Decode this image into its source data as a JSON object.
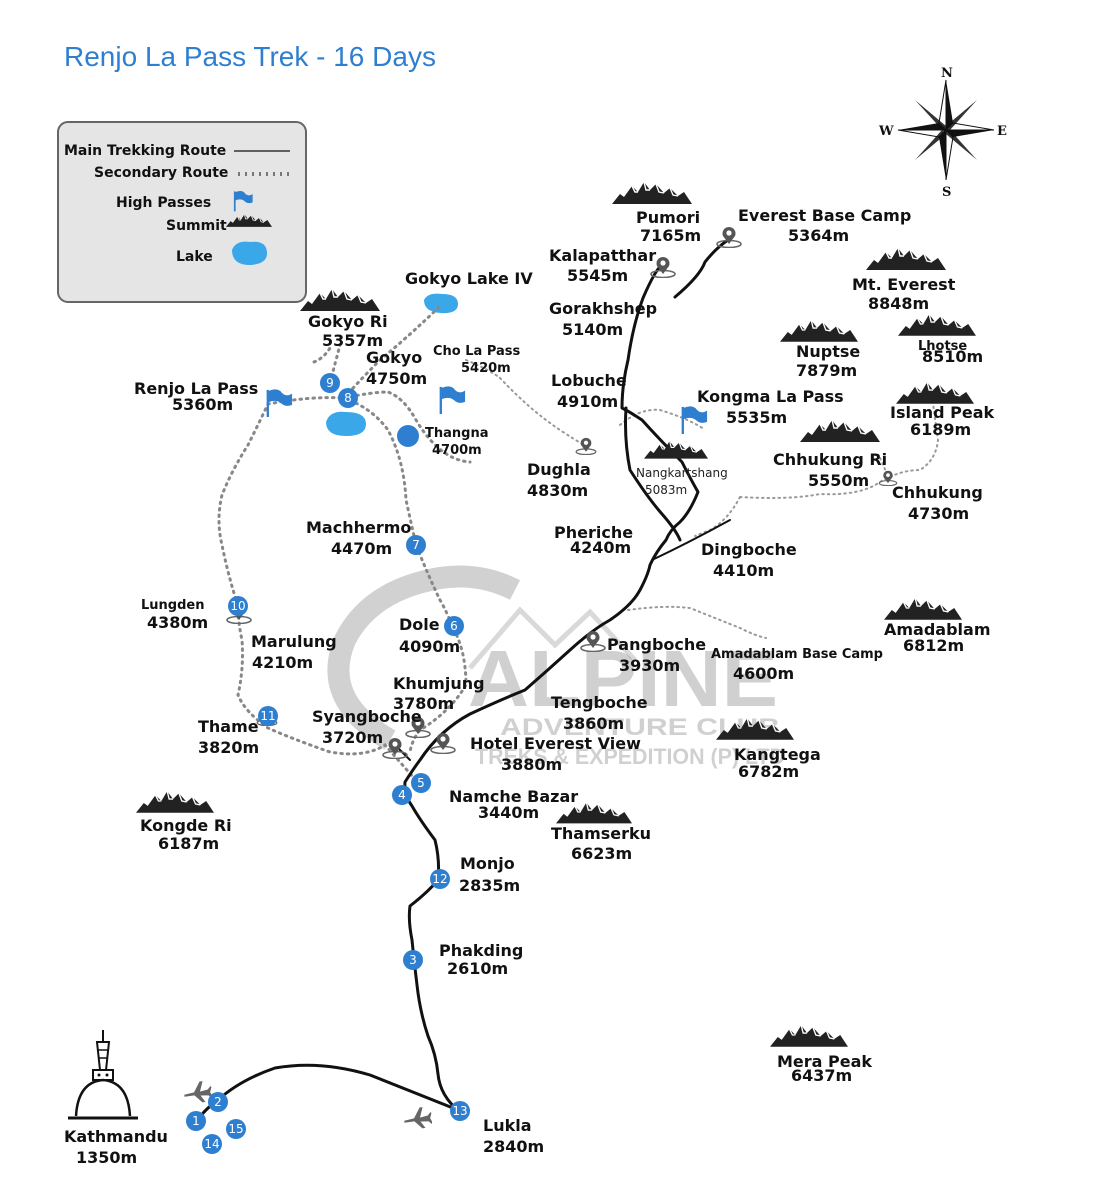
{
  "title": "Renjo La Pass Trek - 16 Days",
  "legend": {
    "main_route": "Main Trekking Route",
    "secondary_route": "Secondary Route",
    "high_passes": "High Passes",
    "summit": "Summit",
    "lake": "Lake"
  },
  "compass": {
    "n": "N",
    "s": "S",
    "e": "E",
    "w": "W"
  },
  "watermark": {
    "line1": "ALPINE",
    "line2": "ADVENTURE CLUB",
    "line3": "TREKS & EXPEDITION (P) LTD"
  },
  "colors": {
    "title": "#2f7fd0",
    "marker": "#2f7fd0",
    "lake": "#3aa8e8",
    "flag": "#2f7fd0"
  },
  "stops": [
    {
      "num": "1"
    },
    {
      "num": "2"
    },
    {
      "num": "3"
    },
    {
      "num": "4"
    },
    {
      "num": "5"
    },
    {
      "num": "6"
    },
    {
      "num": "7"
    },
    {
      "num": "8"
    },
    {
      "num": "9"
    },
    {
      "num": "10"
    },
    {
      "num": "11"
    },
    {
      "num": "12"
    },
    {
      "num": "13"
    },
    {
      "num": "14"
    },
    {
      "num": "15"
    }
  ],
  "places": [
    {
      "name": "Pumori",
      "alt": "7165m"
    },
    {
      "name": "Everest Base Camp",
      "alt": "5364m"
    },
    {
      "name": "Kalapatthar",
      "alt": "5545m"
    },
    {
      "name": "Mt. Everest",
      "alt": "8848m"
    },
    {
      "name": "Gorakhshep",
      "alt": "5140m"
    },
    {
      "name": "Gokyo Lake IV",
      "alt": ""
    },
    {
      "name": "Gokyo Ri",
      "alt": "5357m"
    },
    {
      "name": "Gokyo",
      "alt": "4750m"
    },
    {
      "name": "Cho La Pass",
      "alt": "5420m"
    },
    {
      "name": "Nuptse",
      "alt": "7879m"
    },
    {
      "name": "Lhotse",
      "alt": "8510m"
    },
    {
      "name": "Renjo La Pass",
      "alt": "5360m"
    },
    {
      "name": "Lobuche",
      "alt": "4910m"
    },
    {
      "name": "Kongma La Pass",
      "alt": "5535m"
    },
    {
      "name": "Island Peak",
      "alt": "6189m"
    },
    {
      "name": "Thangna",
      "alt": "4700m"
    },
    {
      "name": "Dughla",
      "alt": "4830m"
    },
    {
      "name": "Nangkartshang",
      "alt": "5083m"
    },
    {
      "name": "Chhukung Ri",
      "alt": "5550m"
    },
    {
      "name": "Chhukung",
      "alt": "4730m"
    },
    {
      "name": "Machhermo",
      "alt": "4470m"
    },
    {
      "name": "Pheriche",
      "alt": "4240m"
    },
    {
      "name": "Dingboche",
      "alt": "4410m"
    },
    {
      "name": "Lungden",
      "alt": "4380m"
    },
    {
      "name": "Marulung",
      "alt": "4210m"
    },
    {
      "name": "Dole",
      "alt": "4090m"
    },
    {
      "name": "Pangboche",
      "alt": "3930m"
    },
    {
      "name": "Amadablam",
      "alt": "6812m"
    },
    {
      "name": "Amadablam Base Camp",
      "alt": "4600m"
    },
    {
      "name": "Khumjung",
      "alt": "3780m"
    },
    {
      "name": "Tengboche",
      "alt": "3860m"
    },
    {
      "name": "Thame",
      "alt": "3820m"
    },
    {
      "name": "Syangboche",
      "alt": "3720m"
    },
    {
      "name": "Hotel Everest View",
      "alt": "3880m"
    },
    {
      "name": "Kangtega",
      "alt": "6782m"
    },
    {
      "name": "Namche Bazar",
      "alt": "3440m"
    },
    {
      "name": "Kongde Ri",
      "alt": "6187m"
    },
    {
      "name": "Thamserku",
      "alt": "6623m"
    },
    {
      "name": "Monjo",
      "alt": "2835m"
    },
    {
      "name": "Phakding",
      "alt": "2610m"
    },
    {
      "name": "Mera Peak",
      "alt": "6437m"
    },
    {
      "name": "Kathmandu",
      "alt": "1350m"
    },
    {
      "name": "Lukla",
      "alt": "2840m"
    }
  ]
}
